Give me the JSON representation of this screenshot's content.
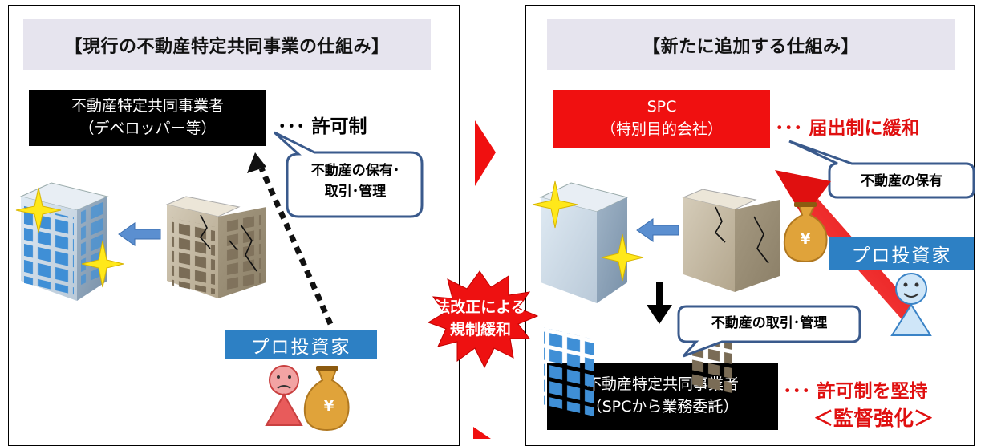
{
  "left_panel": {
    "title": "【現行の不動産特定共同事業の仕組み】",
    "operator_box": {
      "line1": "不動産特定共同事業者",
      "line2": "（デベロッパー等）"
    },
    "operator_note": "･･･ 許可制",
    "bubble": {
      "line1": "不動産の保有･",
      "line2": "取引･管理"
    },
    "investor_label": "プロ投資家",
    "money_bag_symbol": "¥"
  },
  "right_panel": {
    "title": "【新たに追加する仕組み】",
    "spc_box": {
      "line1": "SPC",
      "line2": "（特別目的会社）"
    },
    "spc_note": "･･･ 届出制に緩和",
    "bubble_top": "不動産の保有",
    "bubble_bottom": "不動産の取引･管理",
    "investor_label": "プロ投資家",
    "money_bag_symbol": "¥",
    "operator_box": {
      "line1": "不動産特定共同事業者",
      "line2": "（SPCから業務委託）"
    },
    "operator_note": "･･･ 許可制を堅持",
    "operator_note2": "＜監督強化＞"
  },
  "center": {
    "burst": {
      "line1": "法改正による",
      "line2": "規制緩和"
    }
  },
  "colors": {
    "title_bg": "#e6e4ee",
    "red": "#f01010",
    "blue_label": "#2d80c4",
    "bubble_border": "#3a5a8c",
    "building_blue": "#3f8fd6",
    "building_brown": "#b8ab92",
    "money_bag": "#e0a33a"
  }
}
